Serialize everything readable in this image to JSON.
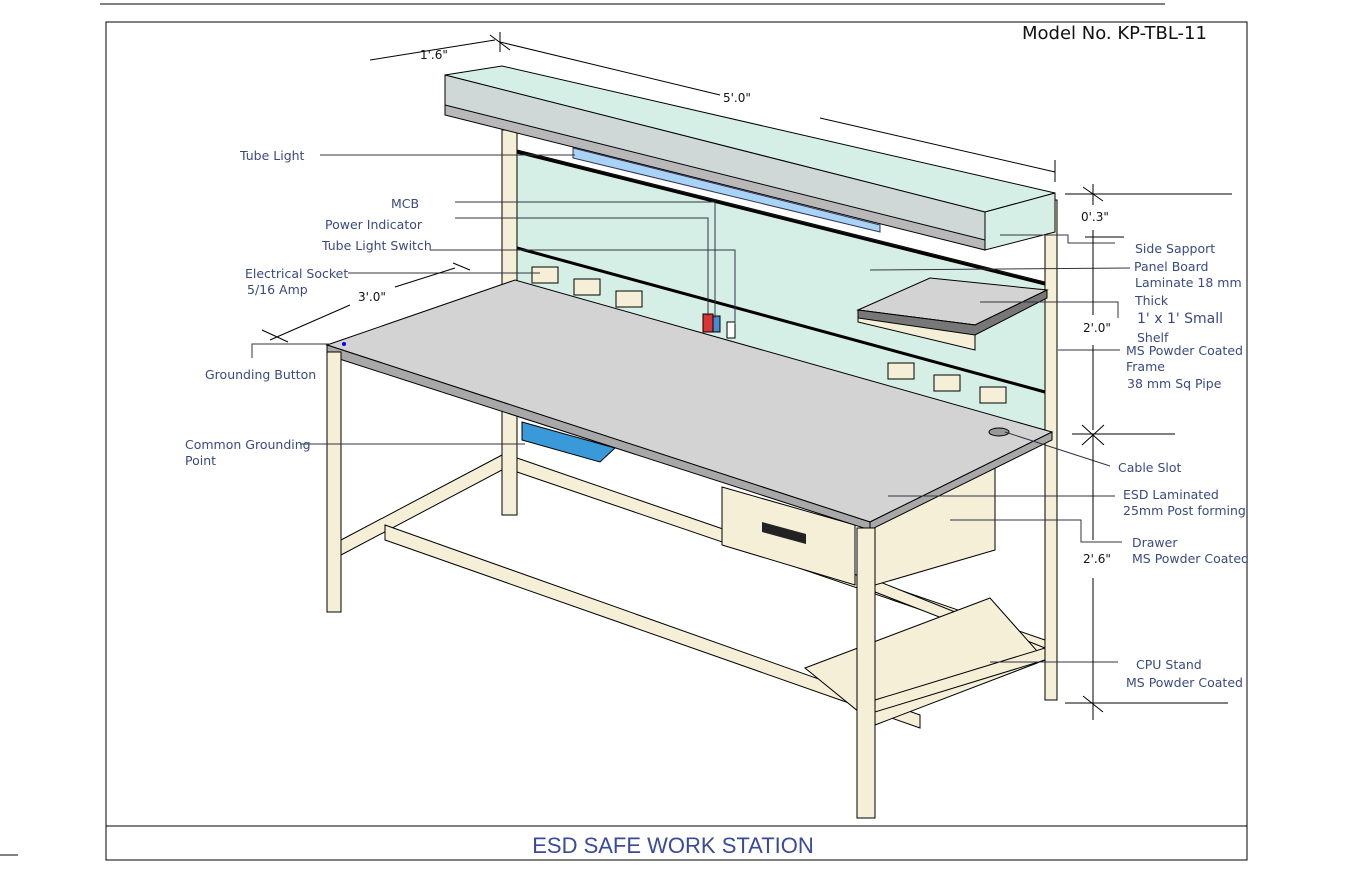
{
  "model_no": "Model No. KP-TBL-11",
  "title": "ESD SAFE WORK STATION",
  "dimensions": {
    "depth": "1'.6\"",
    "width": "5'.0\"",
    "desk_depth": "3'.0\"",
    "top_gap": "0'.3\"",
    "panel_height": "2'.0\"",
    "desk_height": "2'.6\""
  },
  "labels": {
    "tube_light": "Tube Light",
    "mcb": "MCB",
    "power_indicator": "Power Indicator",
    "tube_light_switch": "Tube Light Switch",
    "electrical_socket": "Electrical Socket",
    "socket_rating": "5/16 Amp",
    "grounding_button": "Grounding Button",
    "common_grounding": "Common Grounding",
    "common_grounding_2": "Point",
    "side_support": "Side Sapport",
    "panel_board": "Panel Board",
    "panel_board_2": "Laminate 18 mm",
    "panel_board_3": "Thick",
    "small_shelf": "1' x 1' Small",
    "small_shelf_2": "Shelf",
    "frame": "MS Powder Coated",
    "frame_2": "Frame",
    "frame_3": "38 mm Sq Pipe",
    "cable_slot": "Cable Slot",
    "esd_laminated": "ESD Laminated",
    "esd_laminated_2": "25mm Post forming",
    "drawer": "Drawer",
    "drawer_2": "MS Powder Coated",
    "cpu_stand": "CPU Stand",
    "cpu_stand_2": "MS Powder Coated"
  },
  "colors": {
    "panel": "#d6efe6",
    "frame": "#f4efd6",
    "top": "#d3d3d3",
    "label": "#3a4a80",
    "tube": "#a9d3f5",
    "ground_box": "#3a9ad9"
  }
}
